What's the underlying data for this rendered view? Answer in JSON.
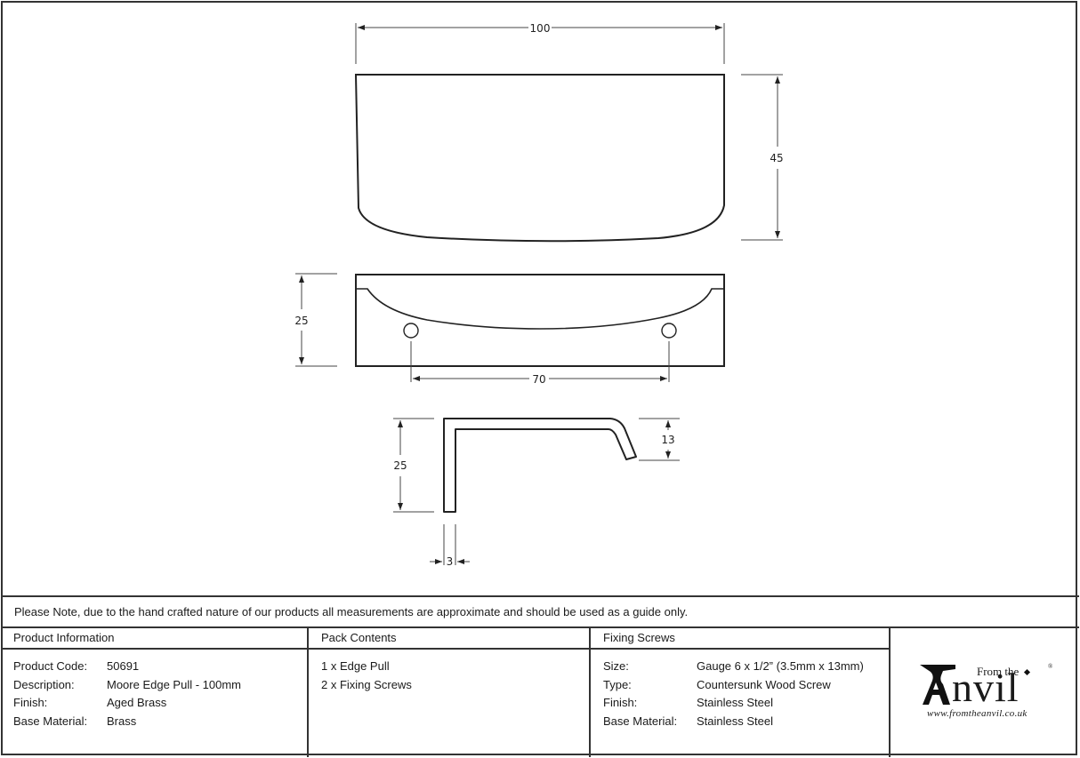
{
  "drawing": {
    "top_view": {
      "width_label": "100",
      "height_label": "45"
    },
    "front_view": {
      "height_label": "25",
      "hole_centres_label": "70"
    },
    "side_view": {
      "height_label": "25",
      "lip_label": "13",
      "thickness_label": "3"
    }
  },
  "note": "Please Note, due to the hand crafted nature of our products all measurements are approximate and should be used as a guide only.",
  "product_information": {
    "heading": "Product Information",
    "rows": [
      {
        "label": "Product Code:",
        "value": "50691"
      },
      {
        "label": "Description:",
        "value": "Moore Edge Pull - 100mm"
      },
      {
        "label": "Finish:",
        "value": "Aged Brass"
      },
      {
        "label": "Base Material:",
        "value": "Brass"
      }
    ]
  },
  "pack_contents": {
    "heading": "Pack Contents",
    "items": [
      "1 x Edge Pull",
      "2 x Fixing Screws"
    ]
  },
  "fixing_screws": {
    "heading": "Fixing Screws",
    "rows": [
      {
        "label": "Size:",
        "value": "Gauge 6 x 1/2” (3.5mm x 13mm)"
      },
      {
        "label": "Type:",
        "value": "Countersunk Wood Screw"
      },
      {
        "label": "Finish:",
        "value": "Stainless Steel"
      },
      {
        "label": "Base Material:",
        "value": "Stainless Steel"
      }
    ]
  },
  "logo": {
    "from_the": "From the",
    "word": "nvil",
    "registered": "®",
    "url": "www.fromtheanvil.co.uk"
  }
}
